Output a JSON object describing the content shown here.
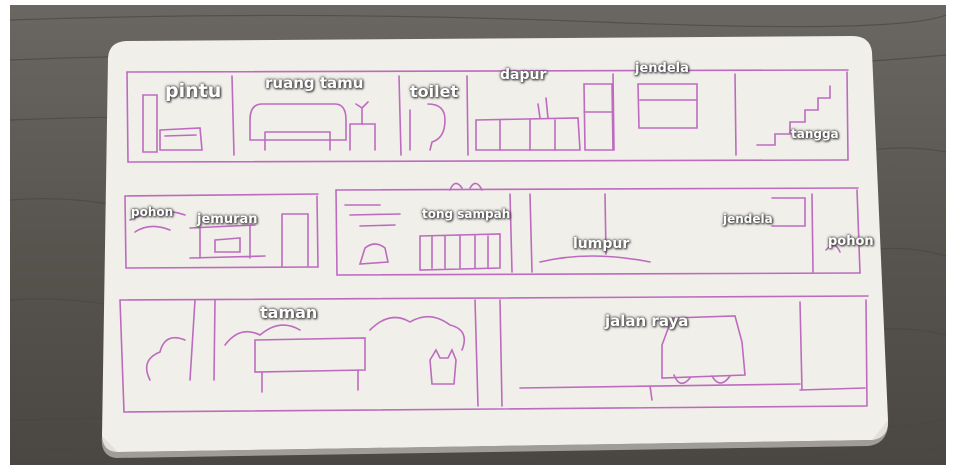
{
  "colors": {
    "wood": "#5d5a56",
    "paper": "#f1efe9",
    "sketch": "#b455b8",
    "label_text": "#ffffff"
  },
  "labels": {
    "pintu": "pintu",
    "ruang_tamu": "ruang tamu",
    "toilet": "toilet",
    "dapur": "dapur",
    "jendela_top": "jendela",
    "tangga": "tangga",
    "pohon_left": "pohon",
    "jemuran": "jemuran",
    "tong_sampah": "tong sampah",
    "lumpur": "lumpur",
    "jendela_mid": "jendela",
    "pohon_right": "pohon",
    "taman": "taman",
    "jalan_raya": "jalan raya"
  }
}
